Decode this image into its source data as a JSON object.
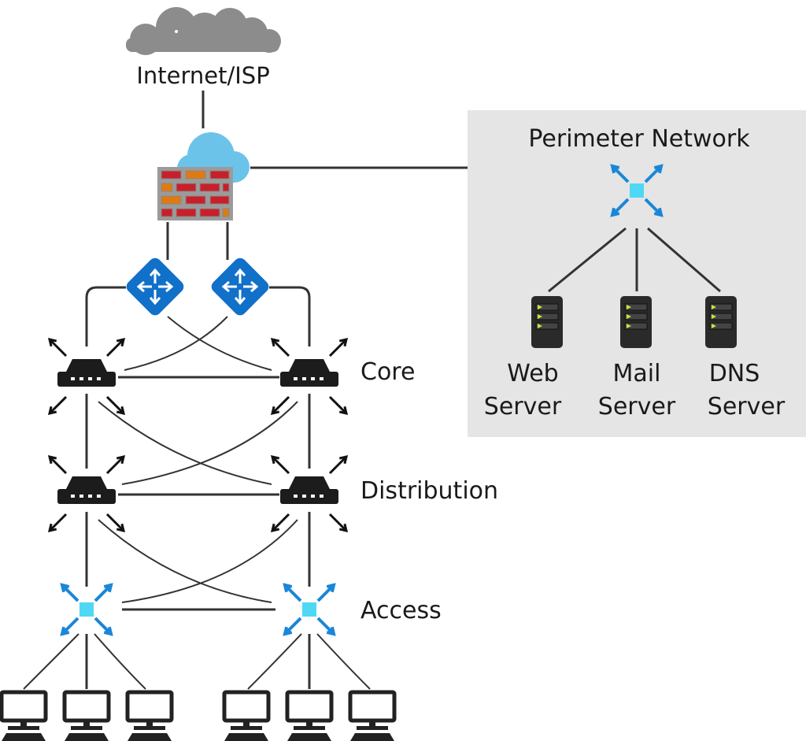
{
  "labels": {
    "internet": "Internet/ISP",
    "perimeter": "Perimeter Network",
    "core": "Core",
    "distribution": "Distribution",
    "access": "Access",
    "web_server": [
      "Web",
      "Server"
    ],
    "mail_server": [
      "Mail",
      "Server"
    ],
    "dns_server": [
      "DNS",
      "Server"
    ]
  },
  "icons": {
    "cloud": "cloud-icon",
    "firewall": "firewall-icon",
    "router": "router-icon",
    "core_switch": "layer3-switch-icon",
    "access_switch": "switch-icon",
    "server": "server-icon",
    "workstation": "computer-icon"
  },
  "colors": {
    "blue_router": "#1170c8",
    "switch_blue": "#1a86d8",
    "switch_center": "#4fd8f5",
    "firewall_red": "#c8202a",
    "firewall_orange": "#e07a10",
    "cloud_gray": "#8c8c8c",
    "cloud_blue": "#6cc3ea",
    "perimeter_bg": "#e5e5e5",
    "device_dark": "#1c1c1c"
  }
}
